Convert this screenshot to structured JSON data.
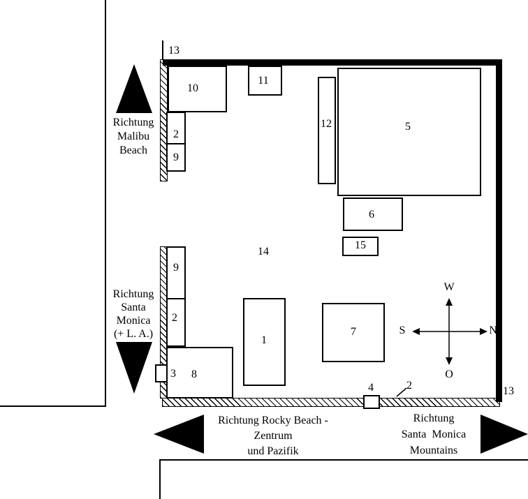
{
  "numbers": {
    "wall_top": "13",
    "wall_bottom": "13",
    "b10": "10",
    "b11": "11",
    "b2_upper": "2",
    "b9_upper": "9",
    "b12": "12",
    "b5": "5",
    "b6": "6",
    "b15": "15",
    "area14": "14",
    "b9_lower": "9",
    "b2_lower": "2",
    "b1": "1",
    "b7": "7",
    "gate3": "3",
    "b8": "8",
    "gate4": "4",
    "fence_bottom": "2"
  },
  "directions": {
    "malibu": {
      "line1": "Richtung",
      "line2": "Malibu",
      "line3": "Beach"
    },
    "santa_monica": {
      "line1": "Richtung",
      "line2": "Santa",
      "line3": "Monica",
      "line4": "(+ L. A.)"
    },
    "rocky_beach": {
      "line1": "Richtung Rocky Beach -",
      "line2": "Zentrum",
      "line3": "und Pazifik"
    },
    "santa_monica_mountains": {
      "line1": "Richtung",
      "line2": "Santa  Monica",
      "line3": "Mountains"
    }
  },
  "compass": {
    "top": "W",
    "bottom": "O",
    "left": "S",
    "right": "N"
  },
  "colors": {
    "ink": "#000000",
    "paper": "#ffffff"
  }
}
